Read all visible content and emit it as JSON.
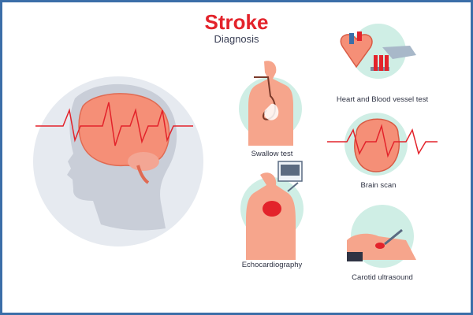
{
  "header": {
    "title": "Stroke",
    "subtitle": "Diagnosis"
  },
  "labels": {
    "heart_blood": "Heart and Blood vessel test",
    "swallow": "Swallow test",
    "brain_scan": "Brain scan",
    "echo": "Echocardiography",
    "carotid": "Carotid ultrasound"
  },
  "colors": {
    "border": "#3b6ea8",
    "title": "#e3232b",
    "circle_bg": "#cfeee5",
    "head_bg": "#e6eaf0",
    "skin": "#f6a58c",
    "brain": "#f58f77",
    "wave": "#e3232b"
  }
}
